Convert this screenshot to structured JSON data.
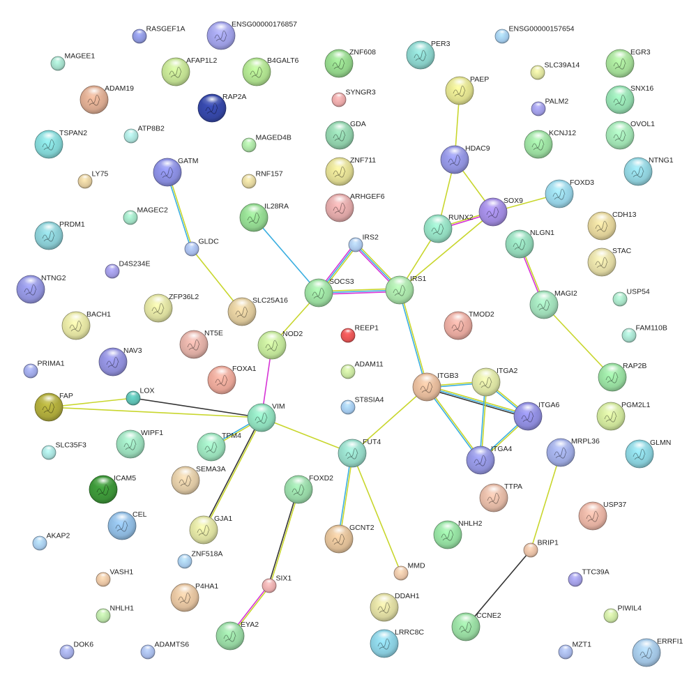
{
  "network": {
    "nodes": [
      {
        "id": "RASGEF1A",
        "label": "RASGEF1A",
        "color": "#8a93d6",
        "size": "small"
      },
      {
        "id": "ENSG00000176857",
        "label": "ENSG00000176857",
        "color": "#9a9be0",
        "size": "large"
      },
      {
        "id": "MAGEE1",
        "label": "MAGEE1",
        "color": "#9fd6c4",
        "size": "small"
      },
      {
        "id": "AFAP1L2",
        "label": "AFAP1L2",
        "color": "#bcd98e",
        "size": "large"
      },
      {
        "id": "B4GALT6",
        "label": "B4GALT6",
        "color": "#a9d98a",
        "size": "large"
      },
      {
        "id": "ZNF608",
        "label": "ZNF608",
        "color": "#8fcf87",
        "size": "large"
      },
      {
        "id": "PER3",
        "label": "PER3",
        "color": "#86cbc4",
        "size": "large"
      },
      {
        "id": "ENSG00000157654",
        "label": "ENSG00000157654",
        "color": "#9ec6e6",
        "size": "small"
      },
      {
        "id": "EGR3",
        "label": "EGR3",
        "color": "#9fd693",
        "size": "large"
      },
      {
        "id": "SLC39A14",
        "label": "SLC39A14",
        "color": "#d7dc9a",
        "size": "small"
      },
      {
        "id": "ADAM19",
        "label": "ADAM19",
        "color": "#d4a58c",
        "size": "large"
      },
      {
        "id": "RAP2A",
        "label": "RAP2A",
        "color": "#3344a0",
        "size": "large"
      },
      {
        "id": "SYNGR3",
        "label": "SYNGR3",
        "color": "#e3a3a3",
        "size": "small"
      },
      {
        "id": "PAEP",
        "label": "PAEP",
        "color": "#d9d98a",
        "size": "large"
      },
      {
        "id": "PALM2",
        "label": "PALM2",
        "color": "#9b98de",
        "size": "small"
      },
      {
        "id": "SNX16",
        "label": "SNX16",
        "color": "#8fd6aa",
        "size": "large"
      },
      {
        "id": "TSPAN2",
        "label": "TSPAN2",
        "color": "#7fcfcf",
        "size": "large"
      },
      {
        "id": "ATP8B2",
        "label": "ATP8B2",
        "color": "#a7dcd5",
        "size": "small"
      },
      {
        "id": "MAGED4B",
        "label": "MAGED4B",
        "color": "#a6dba0",
        "size": "small"
      },
      {
        "id": "GDA",
        "label": "GDA",
        "color": "#8ccaa6",
        "size": "large"
      },
      {
        "id": "HDAC9",
        "label": "HDAC9",
        "color": "#8d8fd8",
        "size": "large"
      },
      {
        "id": "KCNJ12",
        "label": "KCNJ12",
        "color": "#96d69b",
        "size": "large"
      },
      {
        "id": "OVOL1",
        "label": "OVOL1",
        "color": "#9cdcae",
        "size": "large"
      },
      {
        "id": "GATM",
        "label": "GATM",
        "color": "#8589d8",
        "size": "large"
      },
      {
        "id": "LY75",
        "label": "LY75",
        "color": "#dcc79a",
        "size": "small"
      },
      {
        "id": "RNF157",
        "label": "RNF157",
        "color": "#dccf9a",
        "size": "small"
      },
      {
        "id": "ZNF711",
        "label": "ZNF711",
        "color": "#d9d48e",
        "size": "large"
      },
      {
        "id": "NTNG1",
        "label": "NTNG1",
        "color": "#8ccbd6",
        "size": "large"
      },
      {
        "id": "ARHGEF6",
        "label": "ARHGEF6",
        "color": "#d9a3a3",
        "size": "large"
      },
      {
        "id": "FOXD3",
        "label": "FOXD3",
        "color": "#93cde0",
        "size": "large"
      },
      {
        "id": "MAGEC2",
        "label": "MAGEC2",
        "color": "#9cd9be",
        "size": "small"
      },
      {
        "id": "IL28RA",
        "label": "IL28RA",
        "color": "#8ed18c",
        "size": "large"
      },
      {
        "id": "SOX9",
        "label": "SOX9",
        "color": "#9b86d8",
        "size": "large"
      },
      {
        "id": "RUNX2",
        "label": "RUNX2",
        "color": "#8fd6bb",
        "size": "large"
      },
      {
        "id": "CDH13",
        "label": "CDH13",
        "color": "#dccd96",
        "size": "large"
      },
      {
        "id": "PRDM1",
        "label": "PRDM1",
        "color": "#86c6cd",
        "size": "large"
      },
      {
        "id": "GLDC",
        "label": "GLDC",
        "color": "#a2b6e3",
        "size": "small"
      },
      {
        "id": "IRS2",
        "label": "IRS2",
        "color": "#a8c3e6",
        "size": "small"
      },
      {
        "id": "NLGN1",
        "label": "NLGN1",
        "color": "#8ed1b3",
        "size": "large"
      },
      {
        "id": "STAC",
        "label": "STAC",
        "color": "#dcd4a0",
        "size": "large"
      },
      {
        "id": "D4S234E",
        "label": "D4S234E",
        "color": "#9c96dc",
        "size": "small"
      },
      {
        "id": "NTNG2",
        "label": "NTNG2",
        "color": "#8d8fd6",
        "size": "large"
      },
      {
        "id": "SOCS3",
        "label": "SOCS3",
        "color": "#96d69b",
        "size": "large"
      },
      {
        "id": "IRS1",
        "label": "IRS1",
        "color": "#a3dba3",
        "size": "large"
      },
      {
        "id": "ZFP36L2",
        "label": "ZFP36L2",
        "color": "#d7d99c",
        "size": "large"
      },
      {
        "id": "SLC25A16",
        "label": "SLC25A16",
        "color": "#d7c397",
        "size": "large"
      },
      {
        "id": "MAGI2",
        "label": "MAGI2",
        "color": "#9bd6b3",
        "size": "large"
      },
      {
        "id": "USP54",
        "label": "USP54",
        "color": "#a3dbc0",
        "size": "small"
      },
      {
        "id": "BACH1",
        "label": "BACH1",
        "color": "#dcdc9d",
        "size": "large"
      },
      {
        "id": "TMOD2",
        "label": "TMOD2",
        "color": "#e0a49a",
        "size": "large"
      },
      {
        "id": "NT5E",
        "label": "NT5E",
        "color": "#d8a9a0",
        "size": "large"
      },
      {
        "id": "NOD2",
        "label": "NOD2",
        "color": "#bcdf95",
        "size": "large"
      },
      {
        "id": "REEP1",
        "label": "REEP1",
        "color": "#e05353",
        "size": "small"
      },
      {
        "id": "FAM110B",
        "label": "FAM110B",
        "color": "#a3d9c8",
        "size": "small"
      },
      {
        "id": "NAV3",
        "label": "NAV3",
        "color": "#8b8ad3",
        "size": "large"
      },
      {
        "id": "PRIMA1",
        "label": "PRIMA1",
        "color": "#9aa3df",
        "size": "small"
      },
      {
        "id": "FOXA1",
        "label": "FOXA1",
        "color": "#e3a294",
        "size": "large"
      },
      {
        "id": "ADAM11",
        "label": "ADAM11",
        "color": "#c3df9c",
        "size": "small"
      },
      {
        "id": "ITGB3",
        "label": "ITGB3",
        "color": "#ddb496",
        "size": "large"
      },
      {
        "id": "ITGA2",
        "label": "ITGA2",
        "color": "#d4dc9e",
        "size": "large"
      },
      {
        "id": "RAP2B",
        "label": "RAP2B",
        "color": "#93d69b",
        "size": "large"
      },
      {
        "id": "FAP",
        "label": "FAP",
        "color": "#a8a43a",
        "size": "large"
      },
      {
        "id": "LOX",
        "label": "LOX",
        "color": "#5bb9ad",
        "size": "small"
      },
      {
        "id": "ST8SIA4",
        "label": "ST8SIA4",
        "color": "#9fc4e8",
        "size": "small"
      },
      {
        "id": "VIM",
        "label": "VIM",
        "color": "#8ad6b6",
        "size": "large"
      },
      {
        "id": "ITGA6",
        "label": "ITGA6",
        "color": "#8a88d6",
        "size": "large"
      },
      {
        "id": "PGM2L1",
        "label": "PGM2L1",
        "color": "#c9df97",
        "size": "large"
      },
      {
        "id": "WIPF1",
        "label": "WIPF1",
        "color": "#96d6b6",
        "size": "large"
      },
      {
        "id": "TPM4",
        "label": "TPM4",
        "color": "#96dab6",
        "size": "large"
      },
      {
        "id": "SLC35F3",
        "label": "SLC35F3",
        "color": "#a3d9d5",
        "size": "small"
      },
      {
        "id": "FUT4",
        "label": "FUT4",
        "color": "#90d1c0",
        "size": "large"
      },
      {
        "id": "MRPL36",
        "label": "MRPL36",
        "color": "#9aa6dc",
        "size": "large"
      },
      {
        "id": "ITGA4",
        "label": "ITGA4",
        "color": "#8d8fd6",
        "size": "large"
      },
      {
        "id": "GLMN",
        "label": "GLMN",
        "color": "#86cbd6",
        "size": "large"
      },
      {
        "id": "SEMA3A",
        "label": "SEMA3A",
        "color": "#d8c3a0",
        "size": "large"
      },
      {
        "id": "ICAM5",
        "label": "ICAM5",
        "color": "#3a8f36",
        "size": "large"
      },
      {
        "id": "FOXD2",
        "label": "FOXD2",
        "color": "#93d1a2",
        "size": "large"
      },
      {
        "id": "TTPA",
        "label": "TTPA",
        "color": "#dcb3a0",
        "size": "large"
      },
      {
        "id": "CEL",
        "label": "CEL",
        "color": "#8ab4d9",
        "size": "large"
      },
      {
        "id": "USP37",
        "label": "USP37",
        "color": "#e0ad9e",
        "size": "large"
      },
      {
        "id": "GJA1",
        "label": "GJA1",
        "color": "#d6d99c",
        "size": "large"
      },
      {
        "id": "NHLH2",
        "label": "NHLH2",
        "color": "#8fd69b",
        "size": "large"
      },
      {
        "id": "AKAP2",
        "label": "AKAP2",
        "color": "#a3c6e6",
        "size": "small"
      },
      {
        "id": "GCNT2",
        "label": "GCNT2",
        "color": "#d9b993",
        "size": "large"
      },
      {
        "id": "BRIP1",
        "label": "BRIP1",
        "color": "#e0b9a0",
        "size": "small"
      },
      {
        "id": "ZNF518A",
        "label": "ZNF518A",
        "color": "#a3c6e6",
        "size": "small"
      },
      {
        "id": "MMD",
        "label": "MMD",
        "color": "#e3bfa3",
        "size": "small"
      },
      {
        "id": "VASH1",
        "label": "VASH1",
        "color": "#e3bf9f",
        "size": "small"
      },
      {
        "id": "TTC39A",
        "label": "TTC39A",
        "color": "#9e9ade",
        "size": "small"
      },
      {
        "id": "SIX1",
        "label": "SIX1",
        "color": "#e3a9a9",
        "size": "small"
      },
      {
        "id": "P4HA1",
        "label": "P4HA1",
        "color": "#dcbc9a",
        "size": "large"
      },
      {
        "id": "DDAH1",
        "label": "DDAH1",
        "color": "#d6d39c",
        "size": "large"
      },
      {
        "id": "NHLH1",
        "label": "NHLH1",
        "color": "#b5dca3",
        "size": "small"
      },
      {
        "id": "CCNE2",
        "label": "CCNE2",
        "color": "#93d39c",
        "size": "large"
      },
      {
        "id": "PIWIL4",
        "label": "PIWIL4",
        "color": "#c6df9f",
        "size": "small"
      },
      {
        "id": "EYA2",
        "label": "EYA2",
        "color": "#93d19e",
        "size": "large"
      },
      {
        "id": "LRRC8C",
        "label": "LRRC8C",
        "color": "#86c8d9",
        "size": "large"
      },
      {
        "id": "DOK6",
        "label": "DOK6",
        "color": "#a0a9e0",
        "size": "small"
      },
      {
        "id": "ADAMTS6",
        "label": "ADAMTS6",
        "color": "#a3b6e3",
        "size": "small"
      },
      {
        "id": "MZT1",
        "label": "MZT1",
        "color": "#a3b3e3",
        "size": "small"
      },
      {
        "id": "ERRFI1",
        "label": "ERRFI1",
        "color": "#9ec0de",
        "size": "large"
      }
    ],
    "edges": [
      {
        "from": "GATM",
        "to": "GLDC",
        "colors": [
          "#c8d62c",
          "#3aaee0"
        ]
      },
      {
        "from": "GLDC",
        "to": "SLC25A16",
        "colors": [
          "#c8d62c"
        ]
      },
      {
        "from": "IL28RA",
        "to": "SOCS3",
        "colors": [
          "#3aaee0"
        ]
      },
      {
        "from": "IRS2",
        "to": "SOCS3",
        "colors": [
          "#c8d62c",
          "#3aaee0",
          "#d633d6"
        ]
      },
      {
        "from": "IRS2",
        "to": "IRS1",
        "colors": [
          "#c8d62c",
          "#3aaee0",
          "#d633d6"
        ]
      },
      {
        "from": "SOCS3",
        "to": "IRS1",
        "colors": [
          "#c8d62c",
          "#3aaee0",
          "#d633d6"
        ]
      },
      {
        "from": "SOCS3",
        "to": "NOD2",
        "colors": [
          "#c8d62c"
        ]
      },
      {
        "from": "IRS1",
        "to": "RUNX2",
        "colors": [
          "#c8d62c"
        ]
      },
      {
        "from": "IRS1",
        "to": "SOX9",
        "colors": [
          "#c8d62c"
        ]
      },
      {
        "from": "IRS1",
        "to": "ITGB3",
        "colors": [
          "#c8d62c",
          "#3aaee0"
        ]
      },
      {
        "from": "PAEP",
        "to": "HDAC9",
        "colors": [
          "#c8d62c"
        ]
      },
      {
        "from": "HDAC9",
        "to": "RUNX2",
        "colors": [
          "#c8d62c"
        ]
      },
      {
        "from": "HDAC9",
        "to": "SOX9",
        "colors": [
          "#c8d62c"
        ]
      },
      {
        "from": "RUNX2",
        "to": "SOX9",
        "colors": [
          "#c8d62c",
          "#d633d6"
        ]
      },
      {
        "from": "SOX9",
        "to": "FOXD3",
        "colors": [
          "#c8d62c"
        ]
      },
      {
        "from": "NLGN1",
        "to": "MAGI2",
        "colors": [
          "#c8d62c",
          "#d633d6"
        ]
      },
      {
        "from": "MAGI2",
        "to": "RAP2B",
        "colors": [
          "#c8d62c"
        ]
      },
      {
        "from": "NOD2",
        "to": "VIM",
        "colors": [
          "#d633d6"
        ]
      },
      {
        "from": "FAP",
        "to": "LOX",
        "colors": [
          "#c8d62c"
        ]
      },
      {
        "from": "FAP",
        "to": "VIM",
        "colors": [
          "#c8d62c"
        ]
      },
      {
        "from": "LOX",
        "to": "VIM",
        "colors": [
          "#333333"
        ]
      },
      {
        "from": "VIM",
        "to": "TPM4",
        "colors": [
          "#c8d62c",
          "#3aaee0"
        ]
      },
      {
        "from": "VIM",
        "to": "GJA1",
        "colors": [
          "#c8d62c",
          "#333333"
        ]
      },
      {
        "from": "VIM",
        "to": "FUT4",
        "colors": [
          "#c8d62c"
        ]
      },
      {
        "from": "FUT4",
        "to": "ITGB3",
        "colors": [
          "#c8d62c"
        ]
      },
      {
        "from": "FUT4",
        "to": "GCNT2",
        "colors": [
          "#c8d62c",
          "#3aaee0"
        ]
      },
      {
        "from": "FUT4",
        "to": "MMD",
        "colors": [
          "#c8d62c"
        ]
      },
      {
        "from": "ITGB3",
        "to": "ITGA2",
        "colors": [
          "#c8d62c",
          "#3aaee0"
        ]
      },
      {
        "from": "ITGB3",
        "to": "ITGA6",
        "colors": [
          "#c8d62c",
          "#3aaee0",
          "#333333"
        ]
      },
      {
        "from": "ITGB3",
        "to": "ITGA4",
        "colors": [
          "#c8d62c",
          "#3aaee0"
        ]
      },
      {
        "from": "ITGA2",
        "to": "ITGA6",
        "colors": [
          "#c8d62c",
          "#3aaee0"
        ]
      },
      {
        "from": "ITGA2",
        "to": "ITGA4",
        "colors": [
          "#c8d62c",
          "#3aaee0"
        ]
      },
      {
        "from": "ITGA6",
        "to": "ITGA4",
        "colors": [
          "#c8d62c",
          "#3aaee0"
        ]
      },
      {
        "from": "FOXD2",
        "to": "SIX1",
        "colors": [
          "#c8d62c",
          "#333333"
        ]
      },
      {
        "from": "SIX1",
        "to": "EYA2",
        "colors": [
          "#c8d62c",
          "#d633d6"
        ]
      },
      {
        "from": "MRPL36",
        "to": "BRIP1",
        "colors": [
          "#c8d62c"
        ]
      },
      {
        "from": "BRIP1",
        "to": "CCNE2",
        "colors": [
          "#333333"
        ]
      }
    ]
  }
}
